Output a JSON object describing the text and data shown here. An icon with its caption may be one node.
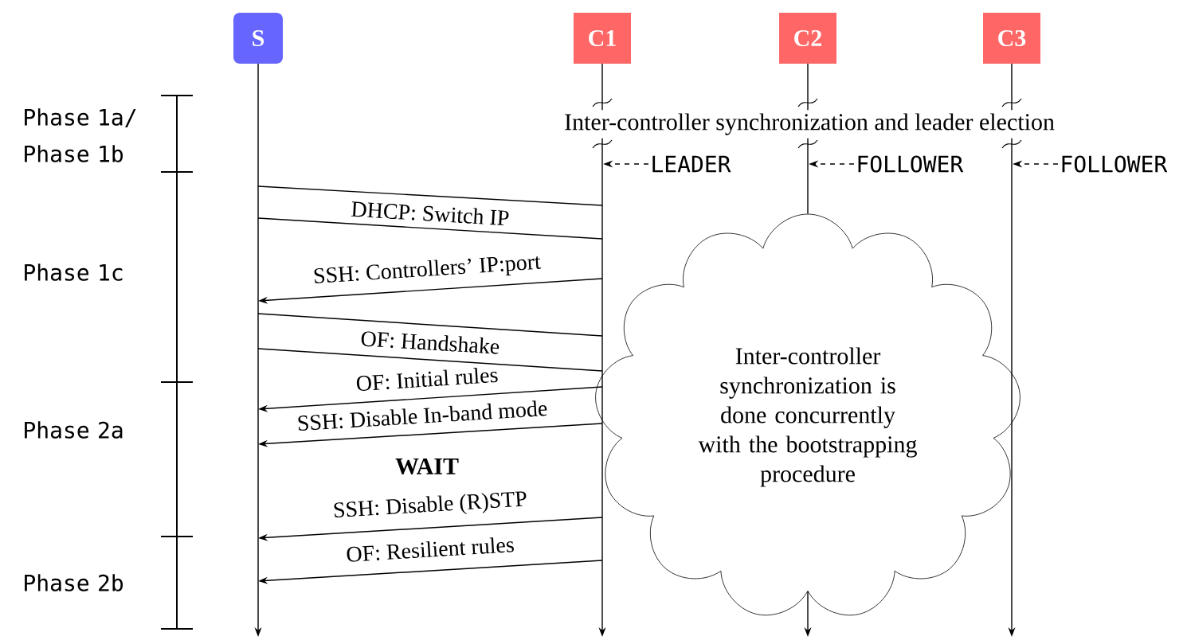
{
  "diagram": {
    "nodes": [
      {
        "text": [
          "S"
        ]
      },
      {
        "text": [
          "C1"
        ]
      },
      {
        "text": [
          "C2"
        ]
      },
      {
        "text": [
          "C3"
        ]
      },
      {
        "text": [
          "Inter-controller synchronization is done concurrently with the bootstrapping procedure"
        ]
      },
      {
        "text": [
          "LEADER"
        ]
      },
      {
        "text": [
          "FOLLOWER"
        ]
      },
      {
        "text": [
          "FOLLOWER"
        ]
      }
    ],
    "edges": [
      {
        "from": 2,
        "to": 4,
        "arrow": "none"
      },
      {
        "from": 4,
        "to": null,
        "arrow": "to"
      },
      {
        "from": 5,
        "to": 1,
        "arrow": "to",
        "style": "dashed"
      },
      {
        "from": 6,
        "to": 2,
        "arrow": "to",
        "style": "dashed"
      },
      {
        "from": 7,
        "to": 3,
        "arrow": "to",
        "style": "dashed"
      },
      {
        "from": 0,
        "to": 1,
        "arrow": "none",
        "label": "DHCP: Switch IP"
      },
      {
        "from": 0,
        "to": 1,
        "arrow": "none"
      },
      {
        "from": 1,
        "to": 0,
        "arrow": "to",
        "label": "SSH: Controllers’ IP:port"
      },
      {
        "from": 0,
        "to": 1,
        "arrow": "none",
        "label": "OF: Handshake"
      },
      {
        "from": 0,
        "to": 1,
        "arrow": "none"
      },
      {
        "from": 1,
        "to": 0,
        "arrow": "to",
        "label": "OF: Initial rules"
      },
      {
        "from": 1,
        "to": 0,
        "arrow": "to",
        "label": "SSH: Disable In-band mode"
      },
      {
        "from": 1,
        "to": 0,
        "arrow": "to",
        "label": "SSH: Disable (R)STP"
      },
      {
        "from": 1,
        "to": 0,
        "arrow": "to",
        "label": "OF: Resilient rules"
      }
    ],
    "labels": [
      "Phase 1a/ Phase 1b",
      "Inter-controller synchronization and leader election",
      "Phase 1c",
      "Phase 2a",
      "WAIT",
      "Phase 2b"
    ]
  }
}
